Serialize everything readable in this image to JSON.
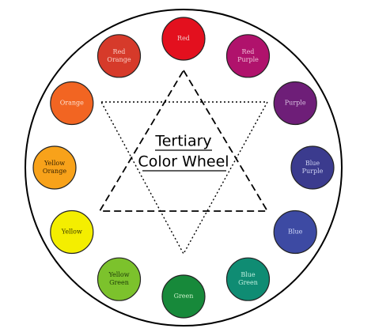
{
  "title": {
    "line1": "Tertiary",
    "line2": "Color Wheel"
  },
  "colors": [
    {
      "label": [
        "Red"
      ],
      "fill": "#e3101e",
      "text": "#f2c9c9"
    },
    {
      "label": [
        "Red",
        "Purple"
      ],
      "fill": "#b0126c",
      "text": "#f0c0d8"
    },
    {
      "label": [
        "Purple"
      ],
      "fill": "#6e1e78",
      "text": "#d8c0e0"
    },
    {
      "label": [
        "Blue",
        "Purple"
      ],
      "fill": "#3b3b8e",
      "text": "#ccd0f0"
    },
    {
      "label": [
        "Blue"
      ],
      "fill": "#3d4aa3",
      "text": "#d0d8f8"
    },
    {
      "label": [
        "Blue",
        "Green"
      ],
      "fill": "#0f8c73",
      "text": "#c0f0e0"
    },
    {
      "label": [
        "Green"
      ],
      "fill": "#17893a",
      "text": "#c8f0c8"
    },
    {
      "label": [
        "Yellow",
        "Green"
      ],
      "fill": "#7cc22c",
      "text": "#1e3b08"
    },
    {
      "label": [
        "Yellow"
      ],
      "fill": "#f4ee00",
      "text": "#3a3a00"
    },
    {
      "label": [
        "Yellow",
        "Orange"
      ],
      "fill": "#f8a21a",
      "text": "#3a2400"
    },
    {
      "label": [
        "Orange"
      ],
      "fill": "#f26522",
      "text": "#fde0d0"
    },
    {
      "label": [
        "Red",
        "Orange"
      ],
      "fill": "#d63a2a",
      "text": "#fad0c8"
    }
  ]
}
